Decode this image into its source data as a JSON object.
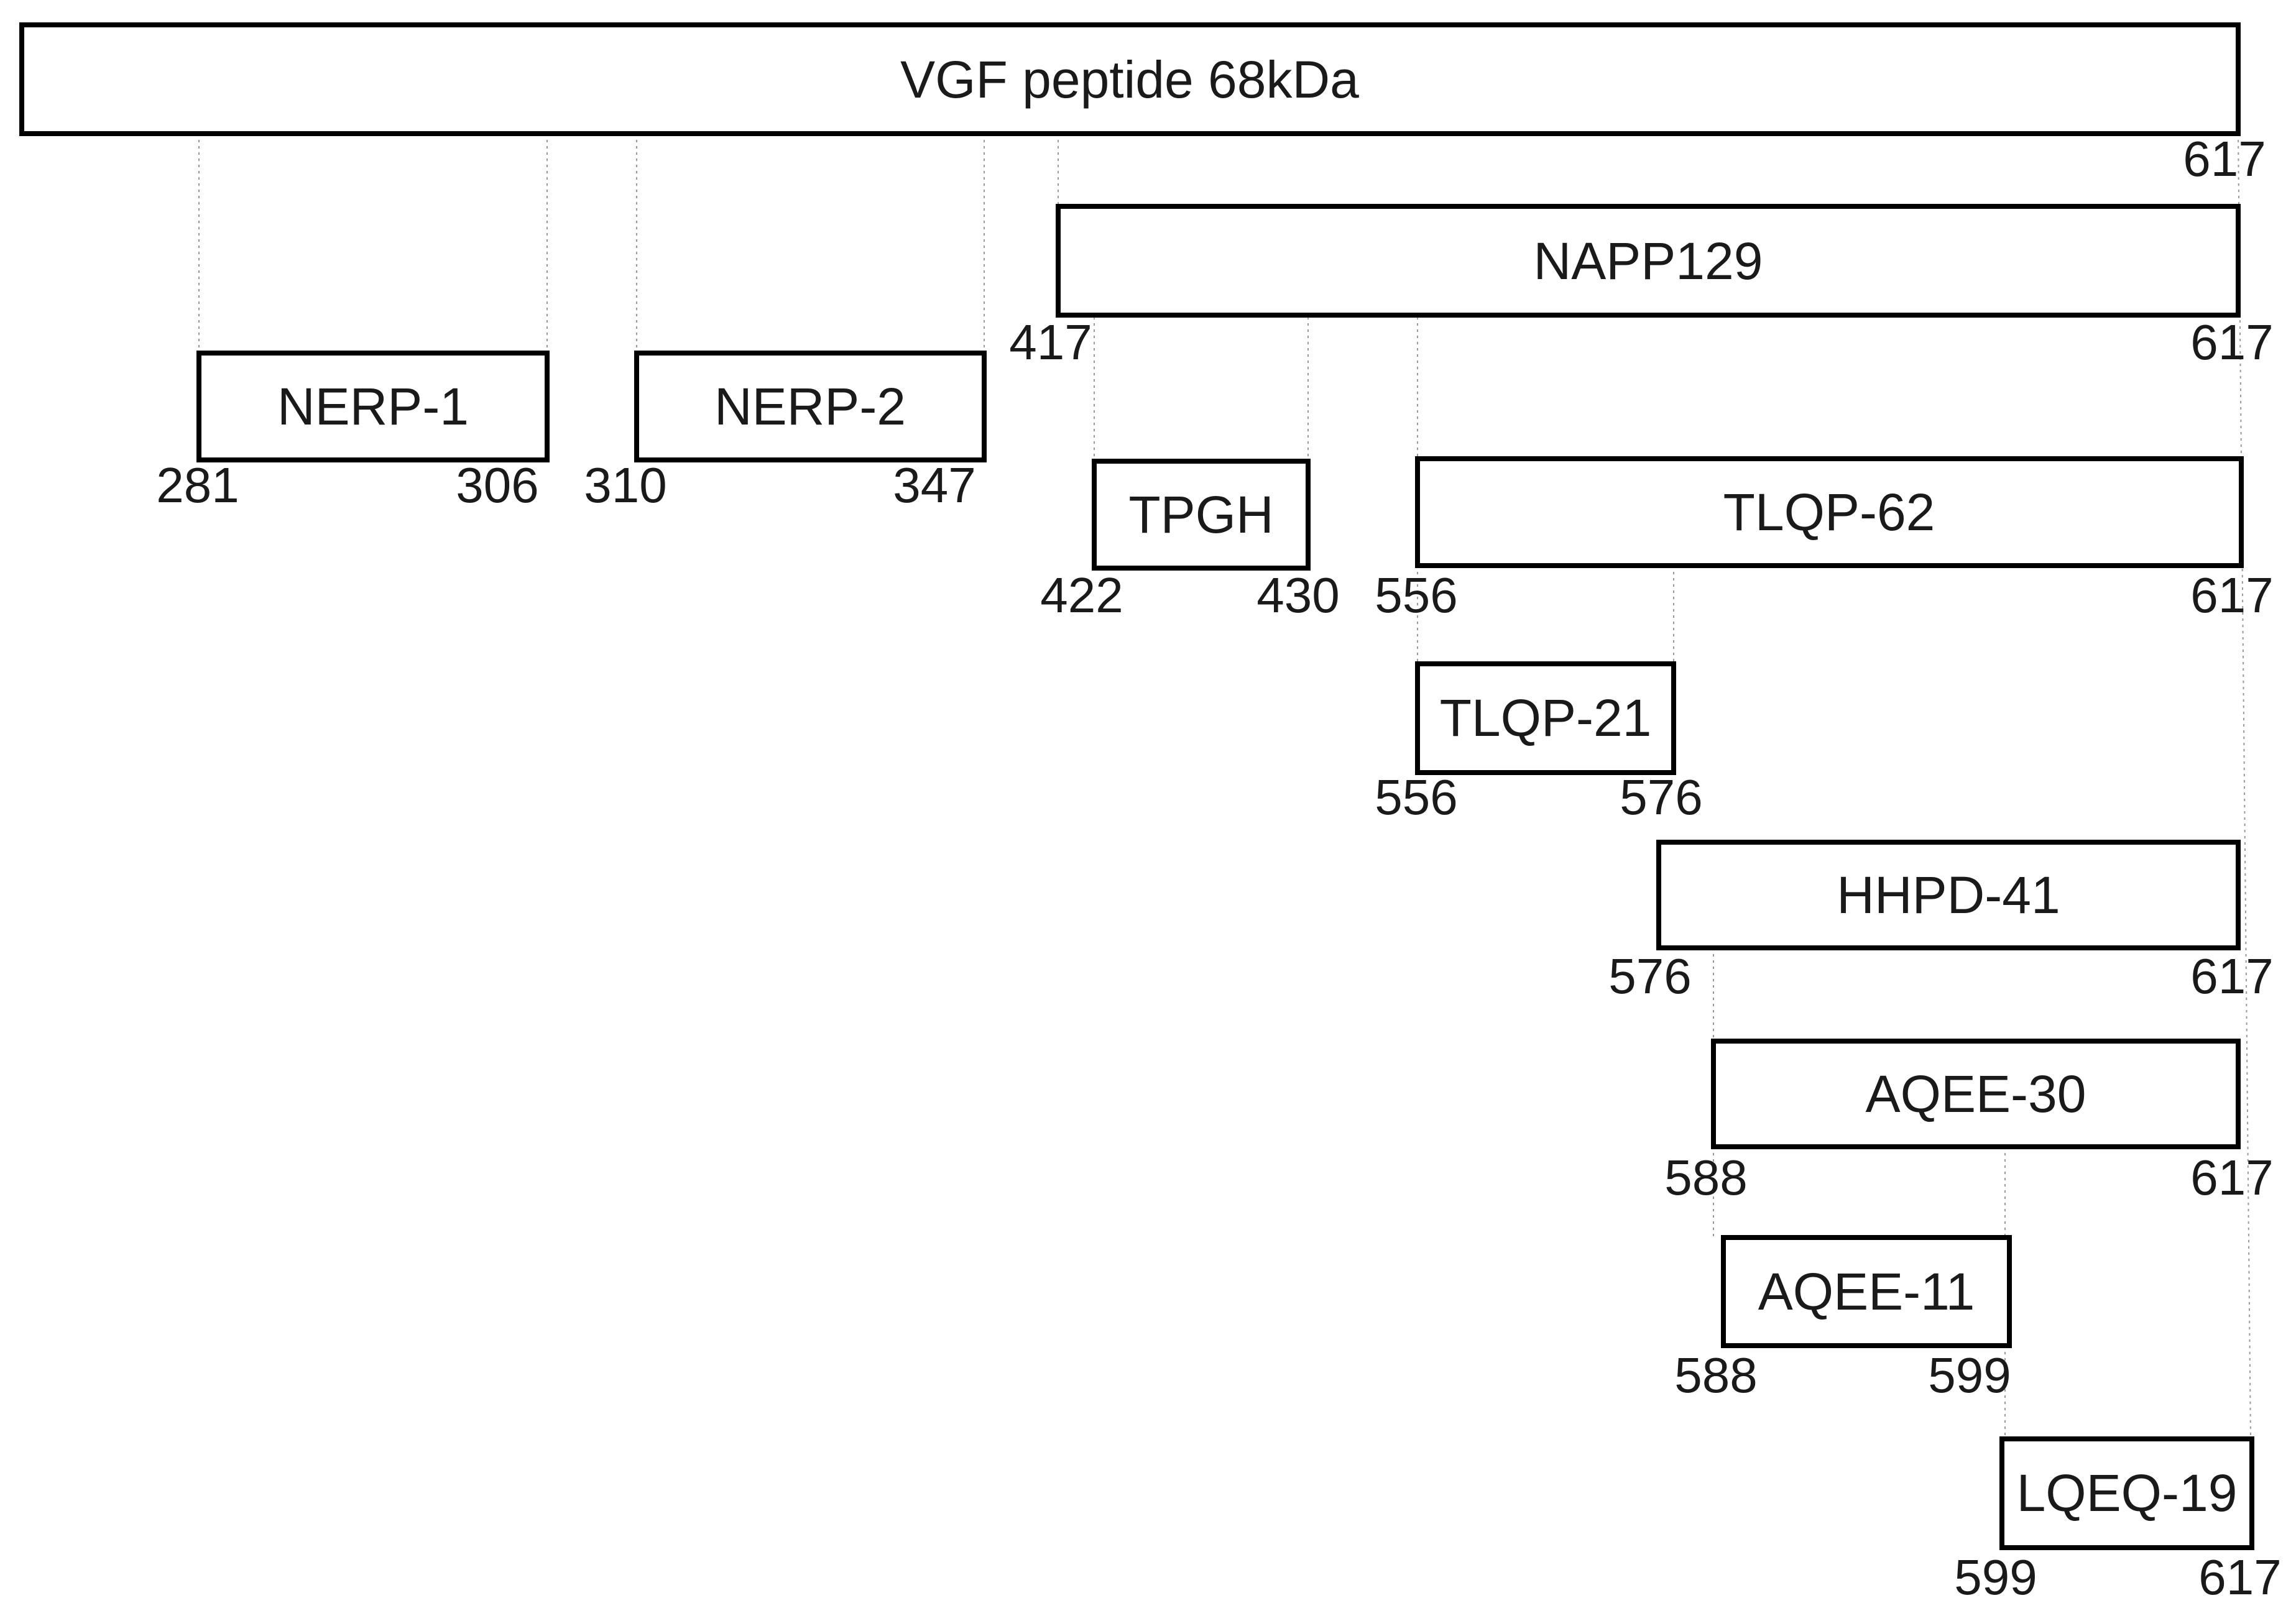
{
  "boxes": [
    {
      "id": "vgf",
      "label": "VGF peptide 68kDa",
      "end_label": "617"
    },
    {
      "id": "napp129",
      "label": "NAPP129",
      "start_label": "417",
      "end_label": "617"
    },
    {
      "id": "nerp1",
      "label": "NERP-1",
      "start_label": "281",
      "end_label": "306"
    },
    {
      "id": "nerp2",
      "label": "NERP-2",
      "start_label": "310",
      "end_label": "347"
    },
    {
      "id": "tpgh",
      "label": "TPGH",
      "start_label": "422",
      "end_label": "430"
    },
    {
      "id": "tlqp62",
      "label": "TLQP-62",
      "start_label": "556",
      "end_label": "617"
    },
    {
      "id": "tlqp21",
      "label": "TLQP-21",
      "start_label": "556",
      "end_label": "576"
    },
    {
      "id": "hhpd41",
      "label": "HHPD-41",
      "start_label": "576",
      "end_label": "617"
    },
    {
      "id": "aqee30",
      "label": "AQEE-30",
      "start_label": "588",
      "end_label": "617"
    },
    {
      "id": "aqee11",
      "label": "AQEE-11",
      "start_label": "588",
      "end_label": "599"
    },
    {
      "id": "lqeq19",
      "label": "LQEQ-19",
      "start_label": "599",
      "end_label": "617"
    }
  ]
}
